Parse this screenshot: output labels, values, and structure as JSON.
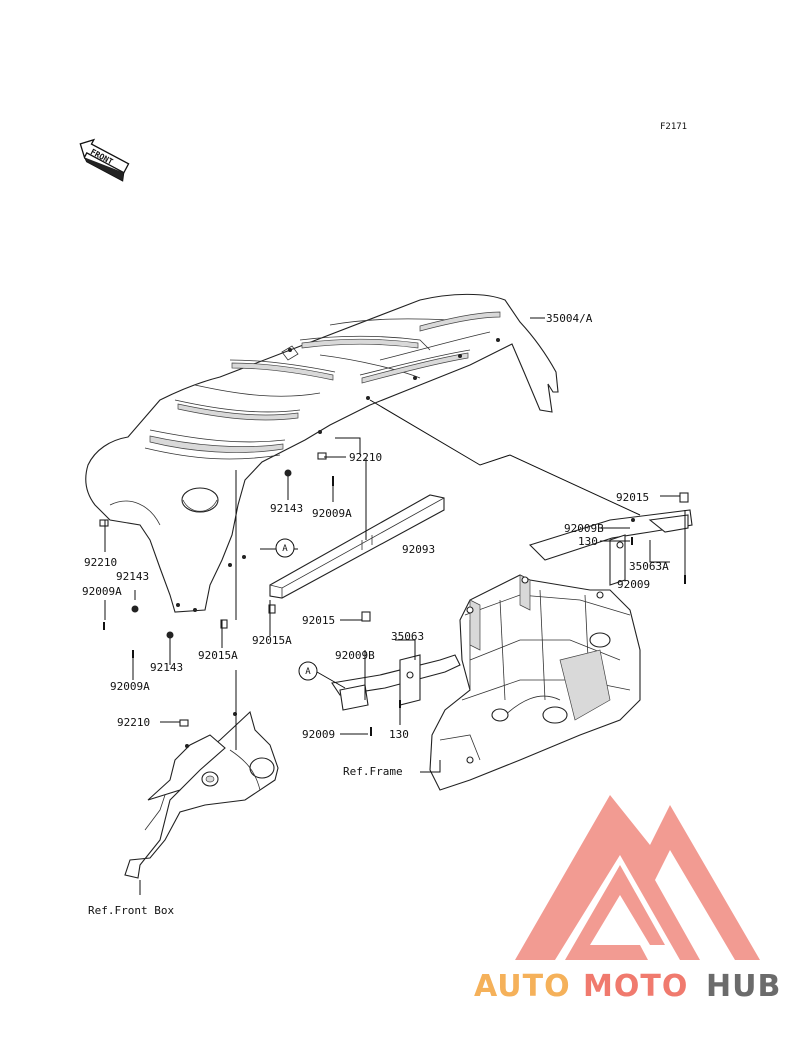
{
  "figure_id": "F2171",
  "front_arrow": "FRONT",
  "callout_circle": "A",
  "parts": {
    "p35004": "35004/A",
    "p92210_top": "92210",
    "p92143_top": "92143",
    "p92009A_top": "92009A",
    "p92093": "92093",
    "p92210_left": "92210",
    "p92143_left": "92143",
    "p92009A_left": "92009A",
    "p92015A_mid": "92015A",
    "p92143_low": "92143",
    "p92009A_low": "92009A",
    "p92015A_low": "92015A",
    "p92210_box": "92210",
    "p92015_right": "92015",
    "p92009B_right": "92009B",
    "p130_right": "130",
    "p35063A": "35063A",
    "p92009_right": "92009",
    "p92015_mid": "92015",
    "p35063": "35063",
    "p92009B_mid": "92009B",
    "p92009_mid": "92009",
    "p130_mid": "130"
  },
  "refs": {
    "frame": "Ref.Frame",
    "front_box": "Ref.Front Box"
  },
  "watermark": {
    "part1": "AUTO",
    "part2": "MOTO",
    "part3": "HUB",
    "color1": "#f5b15a",
    "color2": "#f07a6e",
    "color3": "#6b6b6b",
    "logo_color": "#f08a80"
  }
}
